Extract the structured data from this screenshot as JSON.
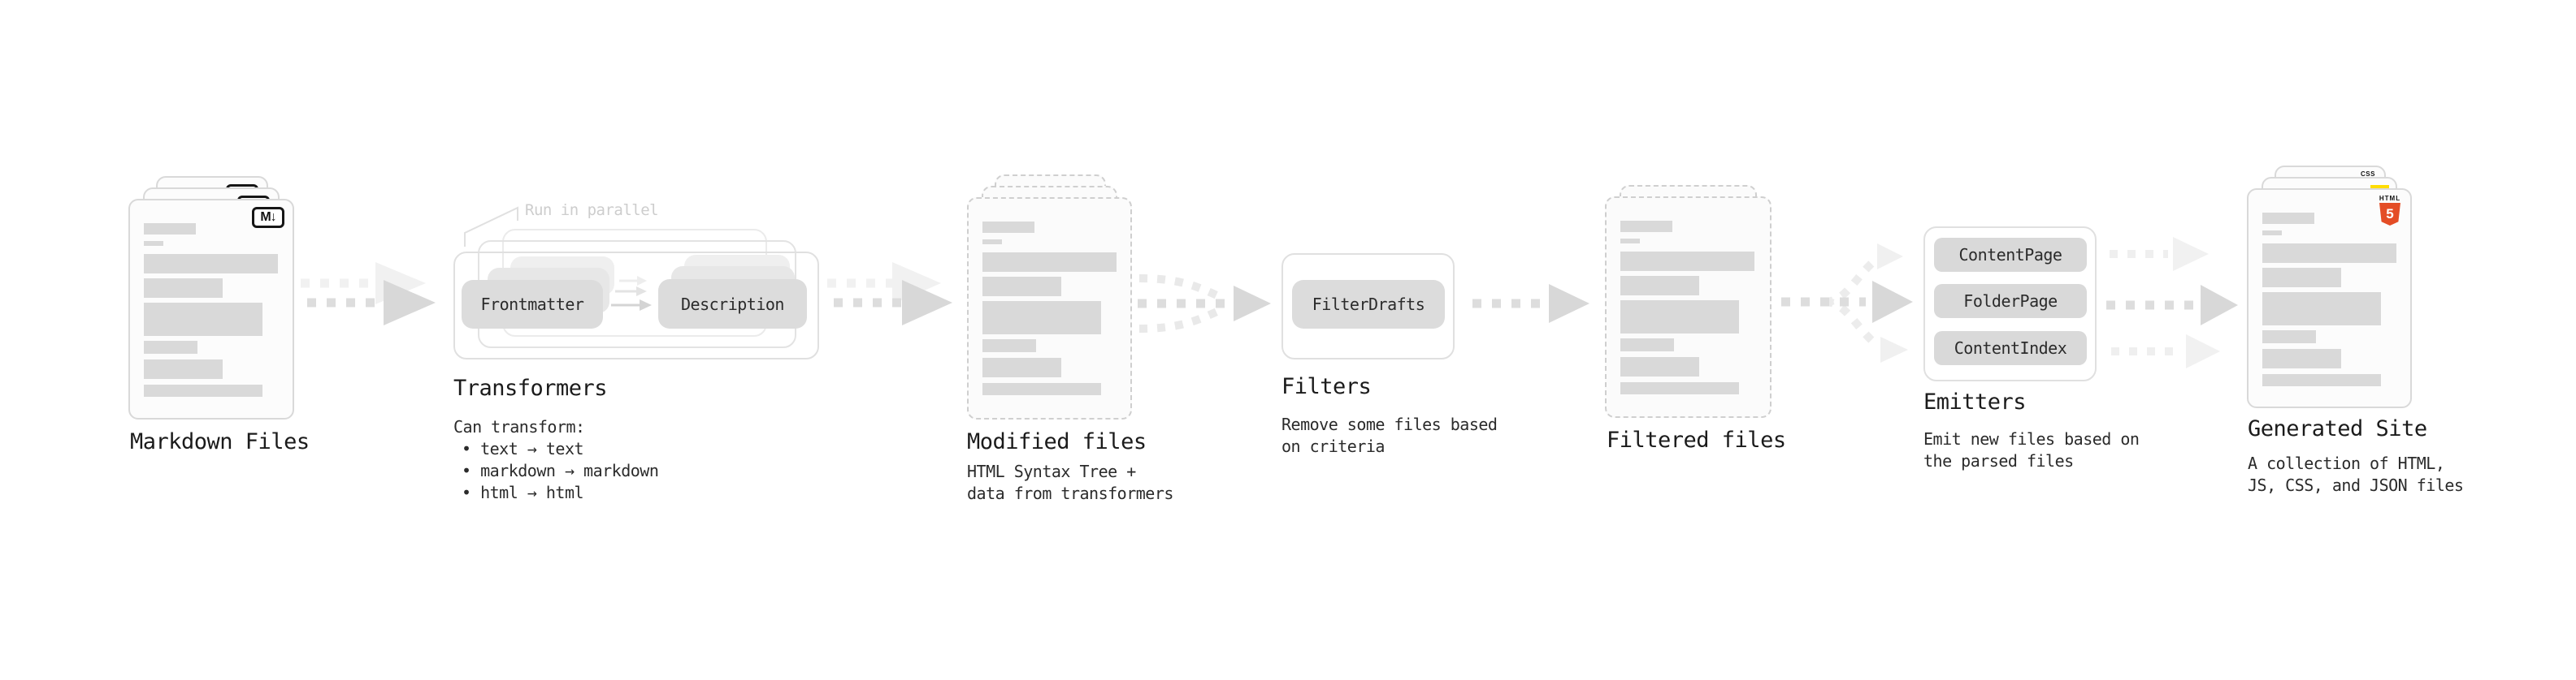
{
  "palette": {
    "bar_gray": "#d9d9d9",
    "pill_gray": "#dcdcdc",
    "arrow_gray": "#dddddd",
    "ghost_arrow_gray": "#f1f1f1",
    "js_yellow": "#ffdd00",
    "css_blue": "#2962e9",
    "html5_orange": "#e44d26"
  },
  "badges": {
    "markdown": "M↓",
    "html_word": "HTML",
    "html5_number": "5",
    "css": "CSS"
  },
  "transformers_callout": "Run in parallel",
  "stages": {
    "markdown": {
      "title": "Markdown Files"
    },
    "transformers": {
      "title": "Transformers",
      "note": "Can transform:",
      "bullets": [
        "• text → text",
        "• markdown → markdown",
        "• html → html"
      ],
      "pills": {
        "frontmatter": "Frontmatter",
        "description": "Description"
      }
    },
    "modified": {
      "title": "Modified files",
      "desc1": "HTML Syntax Tree +",
      "desc2": "data from transformers"
    },
    "filters": {
      "title": "Filters",
      "desc1": "Remove some files based",
      "desc2": "on criteria",
      "pill": "FilterDrafts"
    },
    "filtered": {
      "title": "Filtered files"
    },
    "emitters": {
      "title": "Emitters",
      "desc1": "Emit new files based on",
      "desc2": "the parsed files",
      "pills": [
        "ContentPage",
        "FolderPage",
        "ContentIndex"
      ]
    },
    "generated": {
      "title": "Generated Site",
      "desc1": "A collection of HTML,",
      "desc2": "JS, CSS, and JSON files"
    }
  }
}
